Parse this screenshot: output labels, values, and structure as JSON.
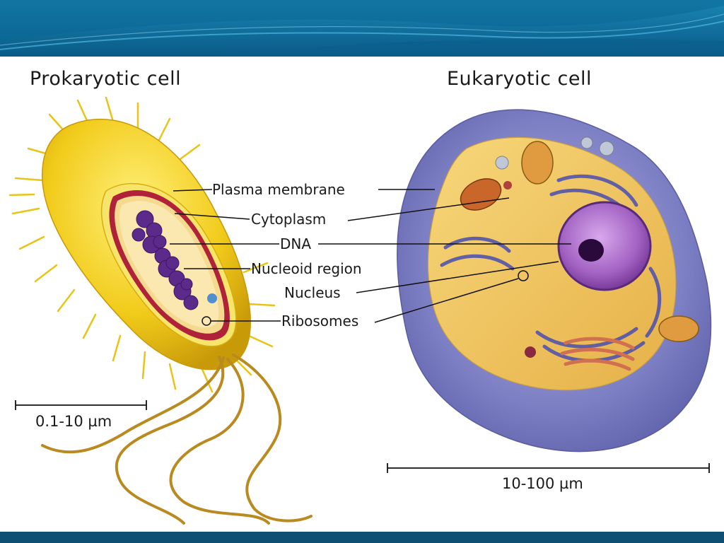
{
  "prokaryote": {
    "title": "Prokaryotic cell",
    "scale": "0.1-10 µm"
  },
  "eukaryote": {
    "title": "Eukaryotic cell",
    "scale": "10-100 µm"
  },
  "labels": {
    "plasma_membrane": "Plasma membrane",
    "cytoplasm": "Cytoplasm",
    "dna": "DNA",
    "nucleoid_region": "Nucleoid region",
    "nucleus": "Nucleus",
    "ribosomes": "Ribosomes"
  },
  "colors": {
    "header_blue": "#0a5a86",
    "footer_blue": "#0f4f73",
    "bacterium_yellow": "#f2cc1c",
    "membrane_red": "#b0223a",
    "dna_purple": "#5b2a8a",
    "nucleus_violet": "#a262c2",
    "eukaryote_outer_blue": "#7d7fc4",
    "cytoplasm_tan": "#f0c25a"
  }
}
